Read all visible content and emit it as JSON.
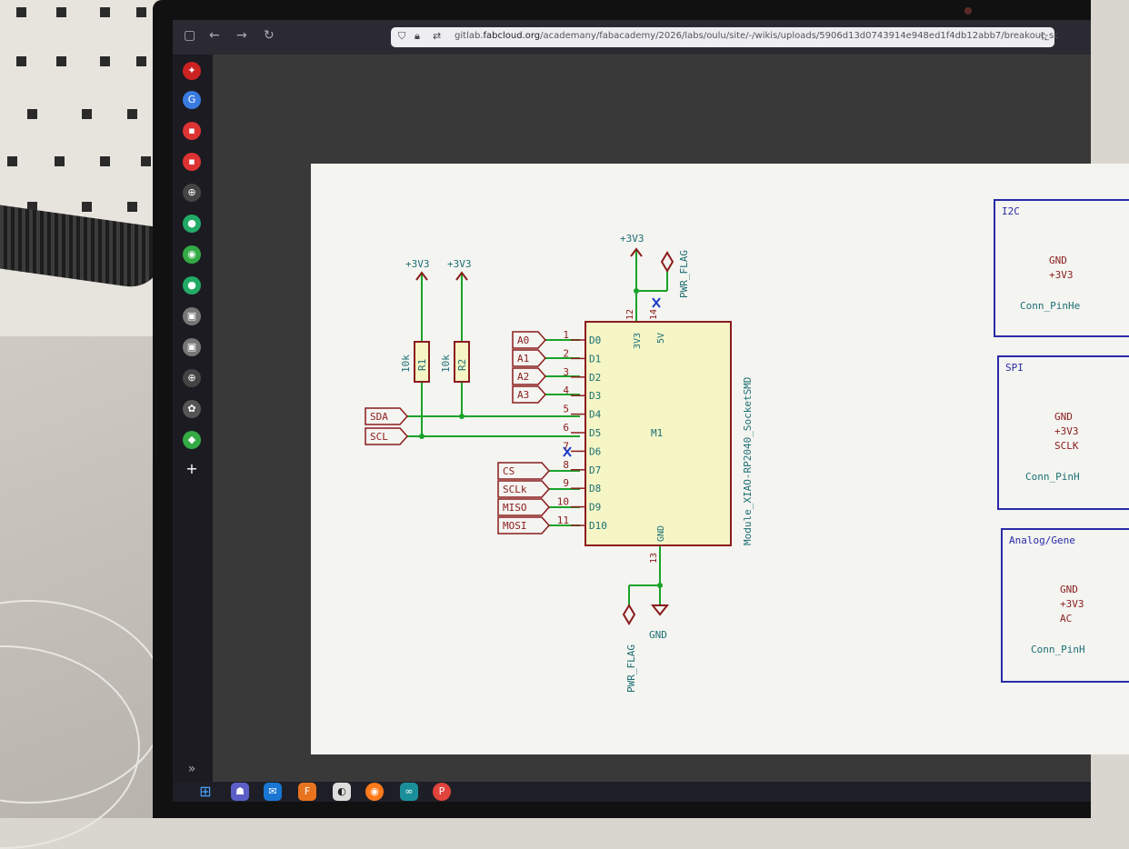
{
  "browser": {
    "url_prefix": "gitlab.",
    "url_domain": "fabcloud.org",
    "url_path": "/academany/fabacademy/2026/labs/oulu/site/-/wikis/uploads/5906d13d0743914e948ed1f4db12abb7/breakout_sc"
  },
  "sidebar_more": "»",
  "sidebar_add": "+",
  "schematic": {
    "power_label": "+3V3",
    "pwr_flag": "PWR_FLAG",
    "gnd": "GND",
    "resistors": [
      {
        "ref": "R1",
        "value": "10k"
      },
      {
        "ref": "R2",
        "value": "10k"
      }
    ],
    "i2c_labels": [
      "SDA",
      "SCL"
    ],
    "analog_labels": [
      "A0",
      "A1",
      "A2",
      "A3"
    ],
    "spi_labels": [
      "CS",
      "SCLk",
      "MISO",
      "MOSI"
    ],
    "module": {
      "ref": "M1",
      "name": "Module_XIAO-RP2040_SocketSMD",
      "pin_3v3": "3V3",
      "pin_5v": "5V",
      "pin_gnd": "GND",
      "pin_num_3v3": "12",
      "pin_num_5v": "14",
      "pin_num_gnd": "13",
      "left_pins": [
        {
          "num": "1",
          "name": "D0"
        },
        {
          "num": "2",
          "name": "D1"
        },
        {
          "num": "3",
          "name": "D2"
        },
        {
          "num": "4",
          "name": "D3"
        },
        {
          "num": "5",
          "name": "D4"
        },
        {
          "num": "6",
          "name": "D5"
        },
        {
          "num": "7",
          "name": "D6"
        },
        {
          "num": "8",
          "name": "D7"
        },
        {
          "num": "9",
          "name": "D8"
        },
        {
          "num": "10",
          "name": "D9"
        },
        {
          "num": "11",
          "name": "D10"
        }
      ]
    },
    "panels": [
      {
        "title": "I2C",
        "lines": [
          "GND",
          "+3V3",
          "Conn_PinHe"
        ]
      },
      {
        "title": "SPI",
        "lines": [
          "GND",
          "+3V3",
          "SCLK",
          "Conn_PinH"
        ]
      },
      {
        "title": "Analog/Gene",
        "lines": [
          "GND",
          "+3V3",
          "AC",
          "Conn_PinH"
        ]
      }
    ]
  },
  "colors": {
    "wire": "#1aa32a",
    "symbol": "#8a1c1c",
    "module_fill": "#f5f5c6",
    "text": "#1c6f73",
    "panel": "#2a2aa8"
  }
}
